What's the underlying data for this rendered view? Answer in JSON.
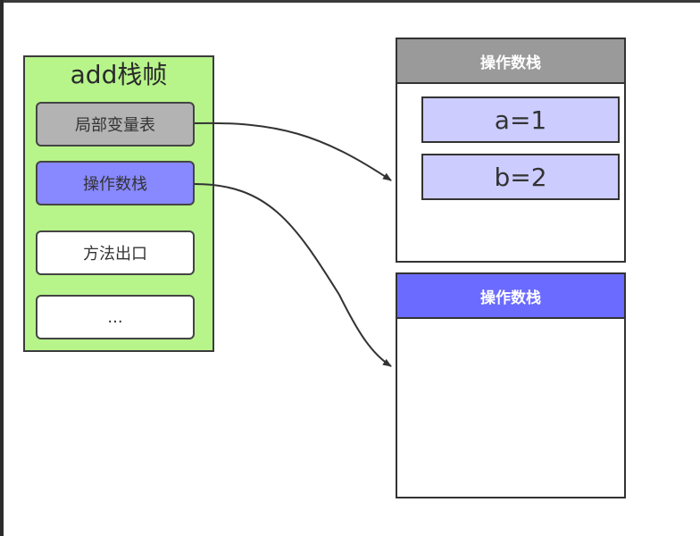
{
  "frame": {
    "title": "add栈帧",
    "slots": [
      "局部变量表",
      "操作数栈",
      "方法出口",
      "..."
    ]
  },
  "panels": {
    "top": {
      "header": "操作数栈",
      "cells": [
        "a=1",
        "b=2"
      ]
    },
    "bottom": {
      "header": "操作数栈"
    }
  },
  "colors": {
    "frame_bg": "#b7f48a",
    "locals_slot": "#b3b3b3",
    "opstack_slot": "#8888ff",
    "top_header": "#9a9a9a",
    "bottom_header": "#6b6bff",
    "cell_bg": "#ccccff"
  }
}
